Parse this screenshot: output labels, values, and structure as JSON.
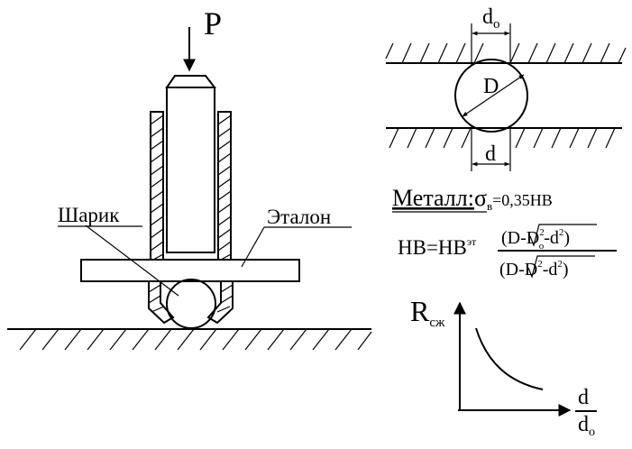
{
  "labels": {
    "force": "P",
    "ball": "Шарик",
    "standard": "Эталон",
    "d_top_main": "d",
    "d_top_sub": "o",
    "D": "D",
    "d_bottom": "d"
  },
  "formula": {
    "metal_word": "Металл:",
    "sigma": "σ",
    "sigma_sub": "в",
    "rhs": "=0,35HB",
    "hb_left": "HB=HB",
    "hb_sup": "эт",
    "num_open": "(D-",
    "num_D": "D",
    "num_D_sup": "2",
    "num_D_sub": "о",
    "num_minus": "-d",
    "num_d_sup": "2",
    "num_close": ")",
    "den_open": "(D-",
    "den_D": "D",
    "den_D_sup": "2",
    "den_minus": "-d",
    "den_d_sup": "2",
    "den_close": ")"
  },
  "graph": {
    "ylabel_main": "R",
    "ylabel_sub": "сж",
    "xlabel_num": "d",
    "xlabel_den_main": "d",
    "xlabel_den_sub": "o"
  }
}
